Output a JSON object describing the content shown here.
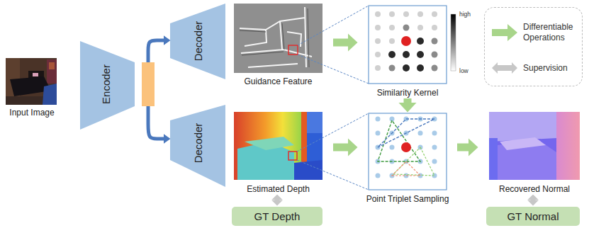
{
  "diagram": {
    "nodes": [
      {
        "text": [
          "Input Image"
        ]
      },
      {
        "text": [
          "Encoder"
        ]
      },
      {
        "text": [
          "Decoder"
        ]
      },
      {
        "text": [
          "Guidance Feature"
        ]
      },
      {
        "text": [
          "Similarity Kernel"
        ]
      },
      {
        "text": [
          "Decoder"
        ]
      },
      {
        "text": [
          "Estimated Depth"
        ]
      },
      {
        "text": [
          "Point Triplet Sampling"
        ]
      },
      {
        "text": [
          "Recovered Normal"
        ]
      },
      {
        "text": [
          "GT Depth"
        ]
      },
      {
        "text": [
          "GT Normal"
        ]
      }
    ],
    "edges": [
      {
        "from": 1,
        "to": 2,
        "arrow": "to"
      },
      {
        "from": 1,
        "to": 5,
        "arrow": "to"
      },
      {
        "from": 3,
        "to": 4,
        "arrow": "to"
      },
      {
        "from": 4,
        "to": 7,
        "arrow": "to"
      },
      {
        "from": 6,
        "to": 7,
        "arrow": "to"
      },
      {
        "from": 7,
        "to": 8,
        "arrow": "to"
      },
      {
        "from": 6,
        "to": 9,
        "arrow": "both"
      },
      {
        "from": 8,
        "to": 10,
        "arrow": "both"
      }
    ],
    "labels": [
      "high",
      "low"
    ],
    "legend": [
      {
        "text": "Differentiable Operations"
      },
      {
        "text": "Supervision"
      }
    ]
  }
}
